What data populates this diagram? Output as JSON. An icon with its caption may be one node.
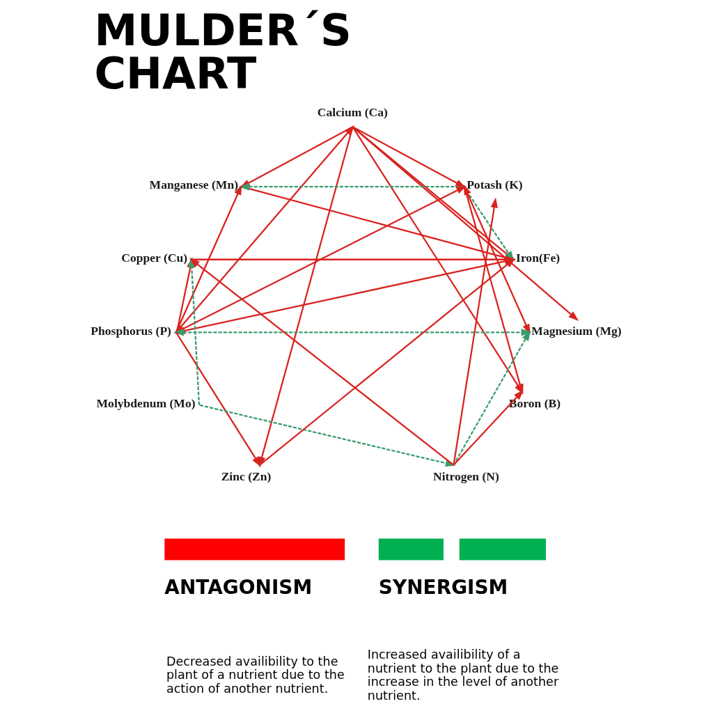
{
  "diagram": {
    "title": "MULDER´S CHART",
    "nodes": [
      {
        "text": [
          "Calcium (Ca)"
        ]
      },
      {
        "text": [
          "Manganese (Mn)"
        ]
      },
      {
        "text": [
          "Potash (K)"
        ]
      },
      {
        "text": [
          "Copper (Cu)"
        ]
      },
      {
        "text": [
          "Iron(Fe)"
        ]
      },
      {
        "text": [
          "Phosphorus (P)"
        ]
      },
      {
        "text": [
          "Magnesium (Mg)"
        ]
      },
      {
        "text": [
          "Molybdenum (Mo)"
        ]
      },
      {
        "text": [
          "Boron (B)"
        ]
      },
      {
        "text": [
          "Zinc (Zn)"
        ]
      },
      {
        "text": [
          "Nitrogen (N)"
        ]
      }
    ],
    "edges": [
      {
        "from": 0,
        "to": 1,
        "arrow": "to"
      },
      {
        "from": 0,
        "to": 5,
        "arrow": "both"
      },
      {
        "from": 0,
        "to": 9,
        "arrow": "to"
      },
      {
        "from": 0,
        "to": 2,
        "arrow": "to"
      },
      {
        "from": 0,
        "to": 4,
        "arrow": "to"
      },
      {
        "from": 0,
        "to": 6,
        "arrow": "to"
      },
      {
        "from": 0,
        "to": 8,
        "arrow": "to"
      },
      {
        "from": 1,
        "to": 4,
        "arrow": "to"
      },
      {
        "from": 5,
        "to": 1,
        "arrow": "to"
      },
      {
        "from": 5,
        "to": 2,
        "arrow": "to"
      },
      {
        "from": 5,
        "to": 4,
        "arrow": "both"
      },
      {
        "from": 5,
        "to": 3,
        "arrow": "to"
      },
      {
        "from": 5,
        "to": 9,
        "arrow": "to"
      },
      {
        "from": 3,
        "to": 4,
        "arrow": "to"
      },
      {
        "from": 10,
        "to": 3,
        "arrow": "to"
      },
      {
        "from": 10,
        "to": 2,
        "arrow": "to"
      },
      {
        "from": 10,
        "to": 8,
        "arrow": "to"
      },
      {
        "from": 9,
        "to": 4,
        "arrow": "to"
      },
      {
        "from": 2,
        "to": 6,
        "arrow": "both"
      },
      {
        "from": 2,
        "to": 8,
        "arrow": "to"
      },
      {
        "from": 2,
        "to": 1,
        "arrow": "to",
        "style": "dashed",
        "color": "#3a9b6c"
      },
      {
        "from": 2,
        "to": 4,
        "arrow": "to",
        "style": "dashed",
        "color": "#3a9b6c"
      },
      {
        "from": 5,
        "to": 6,
        "arrow": "both",
        "style": "dashed",
        "color": "#3a9b6c"
      },
      {
        "from": 7,
        "to": 3,
        "arrow": "to",
        "style": "dashed",
        "color": "#3a9b6c"
      },
      {
        "from": 7,
        "to": 10,
        "arrow": "to",
        "style": "dashed",
        "color": "#3a9b6c"
      },
      {
        "from": 10,
        "to": 6,
        "arrow": "to",
        "style": "dashed",
        "color": "#3a9b6c"
      }
    ],
    "labels": [
      "Decreased availibility to the plant of a nutrient due to the action of another nutrient.",
      "Increased availibility of a nutrient to the plant due to the increase in the level of another nutrient."
    ],
    "legend": [
      {
        "text": "ANTAGONISM",
        "color": "#ff0000"
      },
      {
        "text": "SYNERGISM",
        "color": "#00b050"
      }
    ]
  }
}
